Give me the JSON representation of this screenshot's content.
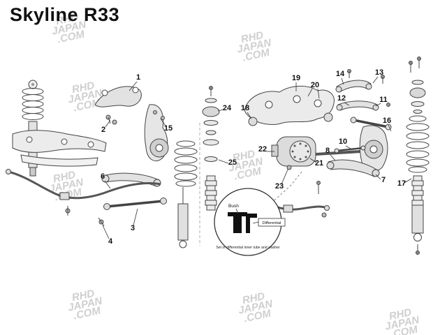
{
  "title": "Skyline R33",
  "watermark": {
    "line1": "RHD",
    "line2": "JAPAN",
    "line3": ".COM"
  },
  "callouts": {
    "c1": "1",
    "c2": "2",
    "c3": "3",
    "c4": "4",
    "c6": "6",
    "c7": "7",
    "c8": "8",
    "c10": "10",
    "c11": "11",
    "c12": "12",
    "c13": "13",
    "c14": "14",
    "c15": "15",
    "c16": "16",
    "c17": "17",
    "c18": "18",
    "c19": "19",
    "c20": "20",
    "c21": "21",
    "c22": "22",
    "c23": "23",
    "c24": "24",
    "c25": "25"
  },
  "inset": {
    "label_bush": "Bush",
    "label_differential": "Differential",
    "caption": "Set of differential inner tube and washer"
  }
}
